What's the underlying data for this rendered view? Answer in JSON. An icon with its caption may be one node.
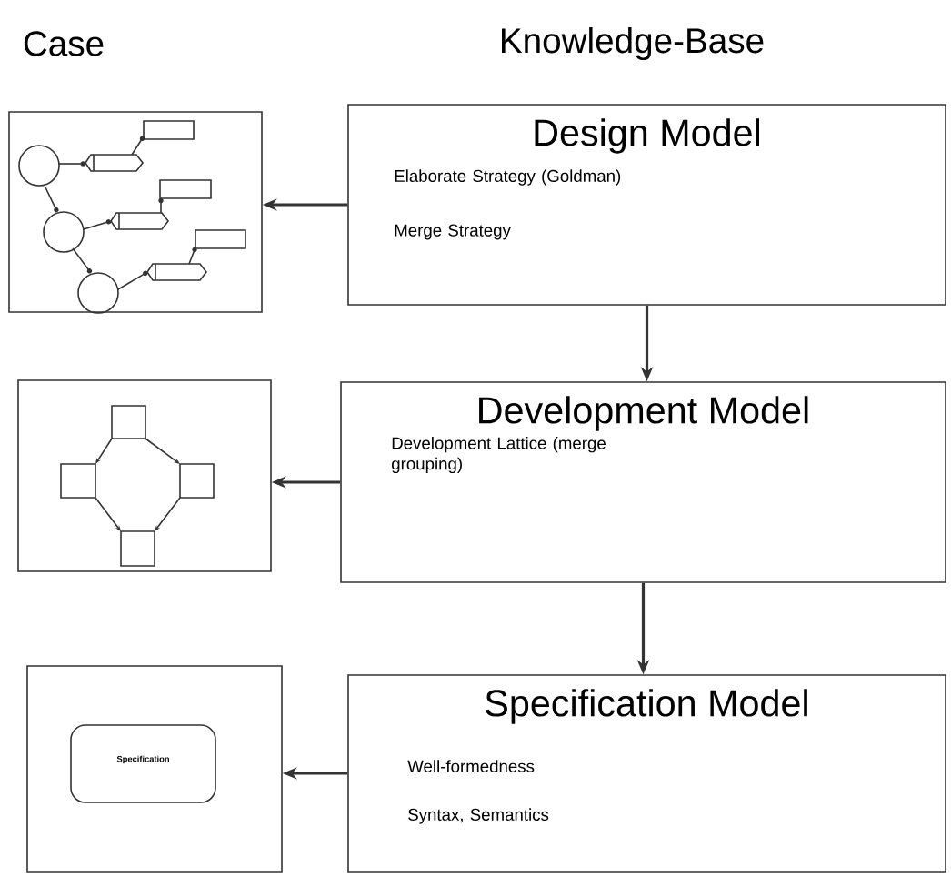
{
  "diagram": {
    "nodes": [
      {
        "text": [],
        "shape": "box"
      },
      {
        "text": [
          "Design Model",
          "Elaborate Strategy  (Goldman)",
          "Merge Strategy"
        ]
      },
      {
        "text": [],
        "shape": "box"
      },
      {
        "text": [
          "Development Model",
          "Development Lattice (merge grouping)"
        ]
      },
      {
        "text": [],
        "shape": "box"
      },
      {
        "text": [
          "Specification"
        ],
        "in": 4
      },
      {
        "text": [
          "Specification Model",
          "Well-formedness",
          "Syntax, Semantics"
        ]
      }
    ],
    "edges": [
      {
        "from": 1,
        "to": 0,
        "arrow": "to"
      },
      {
        "from": 1,
        "to": 3,
        "arrow": "to"
      },
      {
        "from": 3,
        "to": 2,
        "arrow": "to"
      },
      {
        "from": 3,
        "to": 6,
        "arrow": "to"
      },
      {
        "from": 6,
        "to": 4,
        "arrow": "to"
      }
    ],
    "labels": [
      "Case",
      "Knowledge-Base"
    ]
  }
}
